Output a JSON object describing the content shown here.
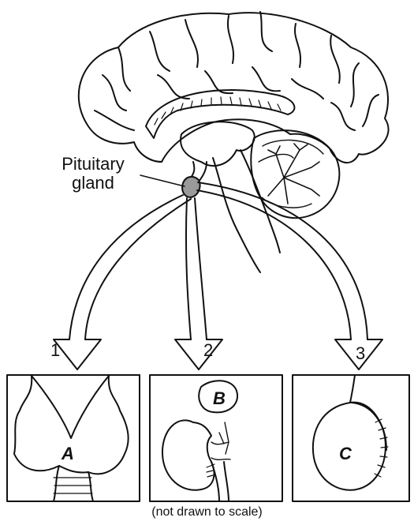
{
  "labels": {
    "pituitary_line1": "Pituitary",
    "pituitary_line2": "gland",
    "arrow_1": "1",
    "arrow_2": "2",
    "arrow_3": "3",
    "organ_a": "A",
    "organ_b": "B",
    "organ_c": "C",
    "note": "(not drawn to scale)"
  },
  "colors": {
    "line": "#111111",
    "gland_fill": "#9a9a9a",
    "background": "#ffffff"
  }
}
